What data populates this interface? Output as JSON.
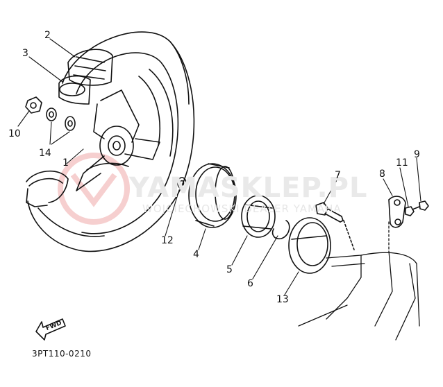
{
  "diagram": {
    "callouts": [
      "1",
      "2",
      "3",
      "4",
      "5",
      "6",
      "7",
      "8",
      "9",
      "10",
      "11",
      "12",
      "13",
      "14"
    ],
    "direction_badge": "FWD",
    "drawing_code": "3PT110-0210"
  },
  "watermark": {
    "brand": "YAMASKLEP.PL",
    "tagline": "WOJCIECHOWSKI DEALER YAMAHA"
  },
  "colors": {
    "ink": "#111111",
    "watermark_text": "#e8e8e8",
    "watermark_logo": "#f4c7c7"
  }
}
